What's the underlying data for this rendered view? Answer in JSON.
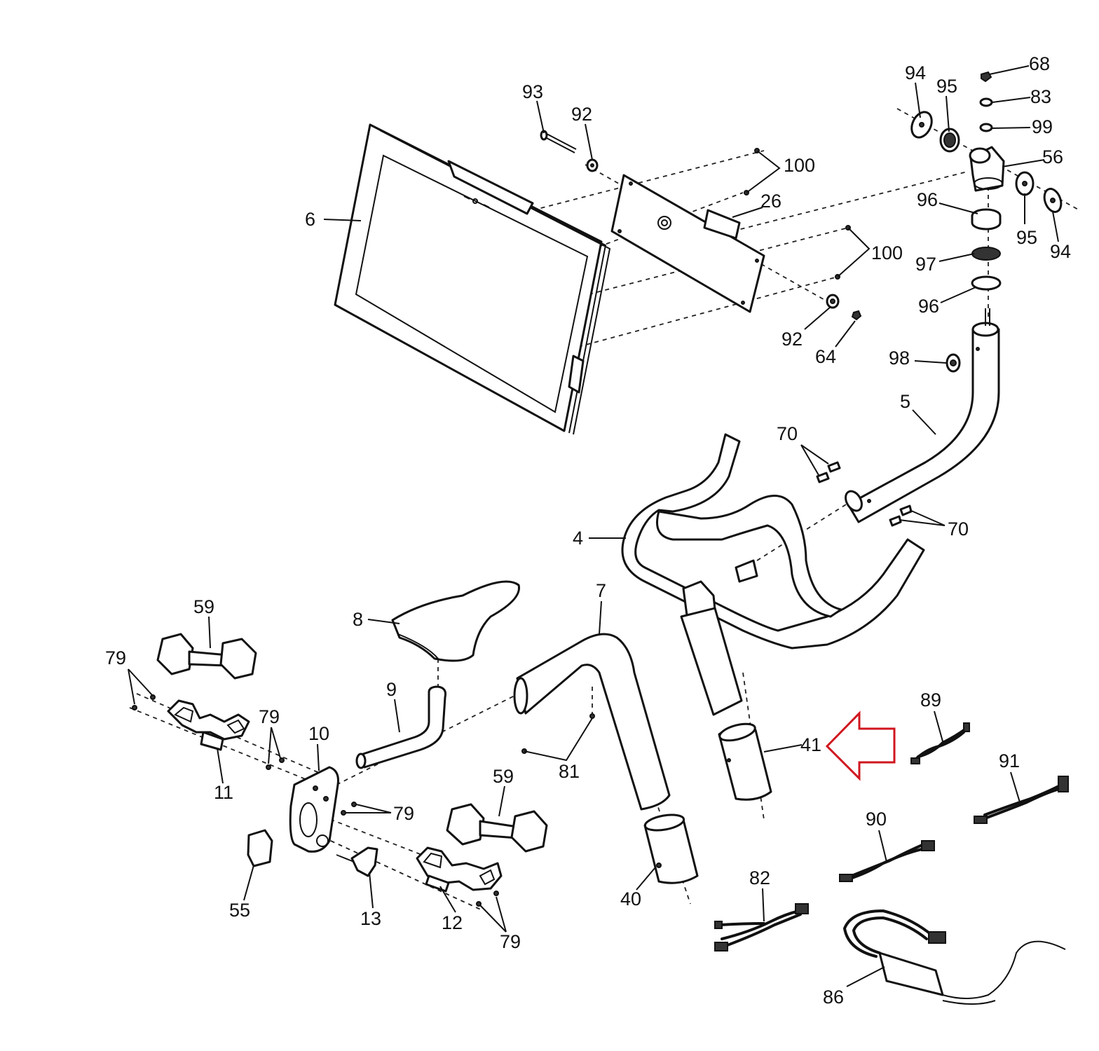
{
  "labels": {
    "l93": "93",
    "l92a": "92",
    "l100a": "100",
    "l26": "26",
    "l6": "6",
    "l94a": "94",
    "l95a": "95",
    "l68": "68",
    "l83": "83",
    "l99": "99",
    "l56": "56",
    "l96a": "96",
    "l95b": "95",
    "l94b": "94",
    "l100b": "100",
    "l97": "97",
    "l96b": "96",
    "l92b": "92",
    "l64": "64",
    "l98": "98",
    "l5": "5",
    "l70a": "70",
    "l70b": "70",
    "l4": "4",
    "l7": "7",
    "l8": "8",
    "l59a": "59",
    "l79a": "79",
    "l9": "9",
    "l79b": "79",
    "l10": "10",
    "l11": "11",
    "l79c": "79",
    "l81": "81",
    "l59b": "59",
    "l41": "41",
    "l89": "89",
    "l91": "91",
    "l90": "90",
    "l82": "82",
    "l55": "55",
    "l13": "13",
    "l12": "12",
    "l79d": "79",
    "l40": "40",
    "l86": "86"
  },
  "highlight": {
    "target_part": "41",
    "arrow_color": "#d0161e"
  }
}
